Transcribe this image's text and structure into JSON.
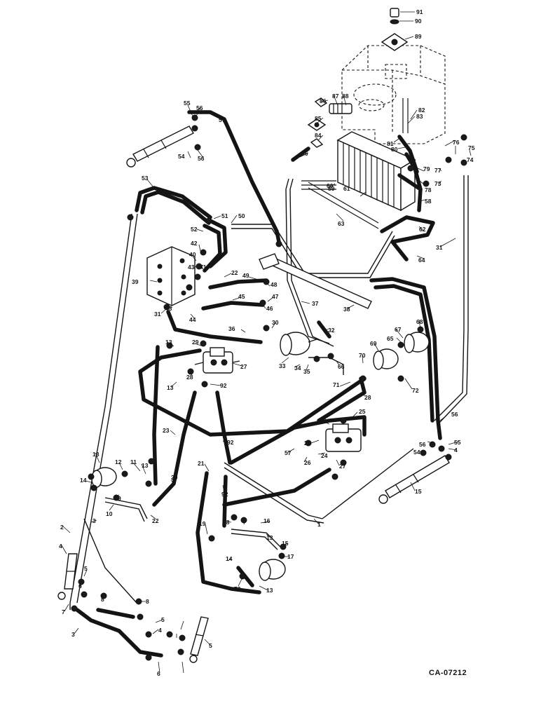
{
  "drawing_code": "CA-07212",
  "callouts": [
    "91",
    "90",
    "89",
    "86",
    "87",
    "88",
    "85",
    "82",
    "83",
    "84",
    "81",
    "80",
    "55",
    "56",
    "57",
    "36",
    "60",
    "79",
    "77",
    "76",
    "75",
    "74",
    "78",
    "73",
    "54",
    "56",
    "53",
    "51",
    "50",
    "52",
    "42",
    "40",
    "43",
    "41",
    "39",
    "22",
    "49",
    "48",
    "45",
    "47",
    "46",
    "43",
    "44",
    "31",
    "37",
    "38",
    "59",
    "61",
    "58",
    "63",
    "62",
    "64",
    "31",
    "30",
    "36",
    "32",
    "33",
    "34",
    "35",
    "66",
    "67",
    "65",
    "68",
    "69",
    "70",
    "72",
    "71",
    "28",
    "13",
    "29",
    "27",
    "28",
    "13",
    "92",
    "23",
    "92",
    "25",
    "26",
    "25",
    "27",
    "26",
    "24",
    "57",
    "56",
    "56",
    "55",
    "4",
    "54",
    "15",
    "13",
    "12",
    "11",
    "13",
    "14",
    "9",
    "10",
    "22",
    "21",
    "92",
    "20",
    "19",
    "18",
    "16",
    "13",
    "15",
    "17",
    "14",
    "13",
    "73",
    "1",
    "2",
    "3",
    "4",
    "5",
    "6",
    "8",
    "7",
    "8",
    "3",
    "5",
    "4",
    "6",
    "5"
  ]
}
